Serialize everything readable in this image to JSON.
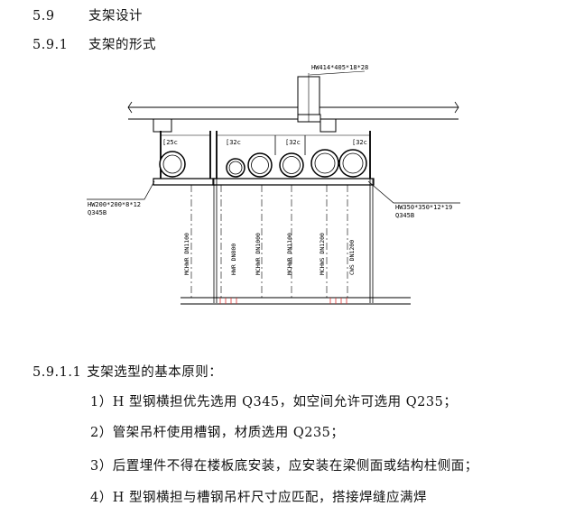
{
  "sections": {
    "s59": {
      "num": "5.9",
      "title": "支架设计"
    },
    "s591": {
      "num": "5.9.1",
      "title": "支架的形式"
    },
    "s5911": {
      "num": "5.9.1.1",
      "title": "支架选型的基本原则："
    }
  },
  "diagram": {
    "top_beam_label": "HW414*405*18*28",
    "left_beam": {
      "size": "HW200*200*8*12",
      "grade": "Q345B"
    },
    "right_beam": {
      "size": "HW350*350*12*19",
      "grade": "Q345B"
    },
    "channels": [
      "[25c",
      "[32c",
      "[32c",
      "[32c"
    ],
    "pipes": [
      "MCHWR DN1100",
      "HWR DN800",
      "MCHWR DN1000",
      "MCHWR DN1100",
      "MCHWS DN1200",
      "CWS DN1200"
    ]
  },
  "principles": [
    "1）H 型钢横担优先选用 Q345，如空间允许可选用 Q235；",
    "2）管架吊杆使用槽钢，材质选用 Q235；",
    "3）后置埋件不得在楼板底安装，应安装在梁侧面或结构柱侧面；",
    "4）H 型钢横担与槽钢吊杆尺寸应匹配，搭接焊缝应满焊"
  ]
}
